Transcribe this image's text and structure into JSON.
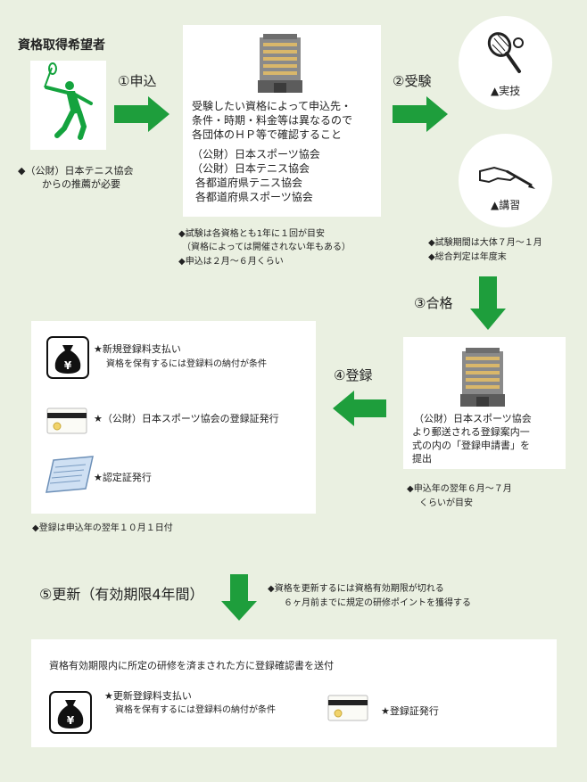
{
  "applicant": {
    "title": "資格取得希望者",
    "note_line1": "◆（公財）日本テニス協会",
    "note_line2": "からの推薦が必要"
  },
  "step1": {
    "label": "①申込"
  },
  "org_box": {
    "line1": "受験したい資格によって申込先・",
    "line2": "条件・時期・料金等は異なるので",
    "line3": "各団体のＨＰ等で確認すること",
    "orgs": [
      "（公財）日本スポーツ協会",
      "（公財）日本テニス協会",
      "各都道府県テニス協会",
      "各都道府県スポーツ協会"
    ]
  },
  "exam_notes": {
    "line1": "◆試験は各資格とも1年に１回が目安",
    "line2": "（資格によっては開催されない年もある）",
    "line3": "◆申込は２月～６月くらい"
  },
  "step2": {
    "label": "②受験"
  },
  "practical": {
    "label": "▲実技"
  },
  "lecture": {
    "label": "▲講習"
  },
  "exam_period": {
    "line1": "◆試験期間は大体７月～１月",
    "line2": "◆総合判定は年度末"
  },
  "step3": {
    "label": "③合格"
  },
  "reg_application": {
    "line1": "（公財）日本スポーツ協会",
    "line2": "より郵送される登録案内一",
    "line3": "式の内の「登録申請書」を",
    "line4": "提出"
  },
  "reg_app_note": {
    "line1": "◆申込年の翌年６月～７月",
    "line2": "くらいが目安"
  },
  "step4": {
    "label": "④登録"
  },
  "registration_box": {
    "fee_title": "★新規登録料支払い",
    "fee_note": "資格を保有するには登録料の納付が条件",
    "card_text": "★（公財）日本スポーツ協会の登録証発行",
    "cert_text": "★認定証発行"
  },
  "reg_date_note": "◆登録は申込年の翌年１０月１日付",
  "step5": {
    "label": "⑤更新（有効期限4年間）"
  },
  "renew_note": {
    "line1": "◆資格を更新するには資格有効期限が切れる",
    "line2": "６ヶ月前までに規定の研修ポイントを獲得する"
  },
  "renew_box": {
    "header": "資格有効期限内に所定の研修を済まされた方に登録確認書を送付",
    "fee_title": "★更新登録料支払い",
    "fee_note": "資格を保有するには登録料の納付が条件",
    "card_text": "★登録証発行"
  },
  "colors": {
    "arrow_green": "#1e9e3c",
    "player_green": "#14a33e",
    "background": "#eaf0e1"
  }
}
